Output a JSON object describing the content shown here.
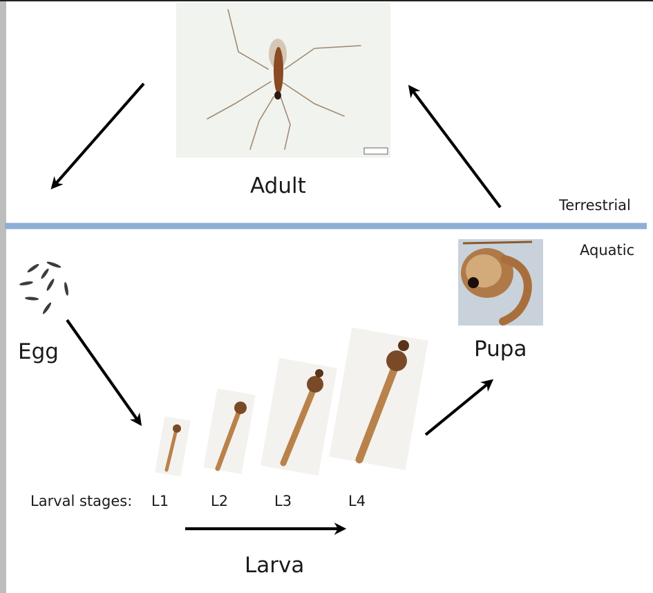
{
  "diagram": {
    "stages": {
      "adult": "Adult",
      "egg": "Egg",
      "larva": "Larva",
      "pupa": "Pupa"
    },
    "habitats": {
      "terrestrial": "Terrestrial",
      "aquatic": "Aquatic"
    },
    "larval_stages": {
      "caption": "Larval stages:",
      "labels": [
        "L1",
        "L2",
        "L3",
        "L4"
      ]
    },
    "colors": {
      "divider": "#8eaed6",
      "arrow": "#000000",
      "text": "#1a1a1a"
    }
  }
}
